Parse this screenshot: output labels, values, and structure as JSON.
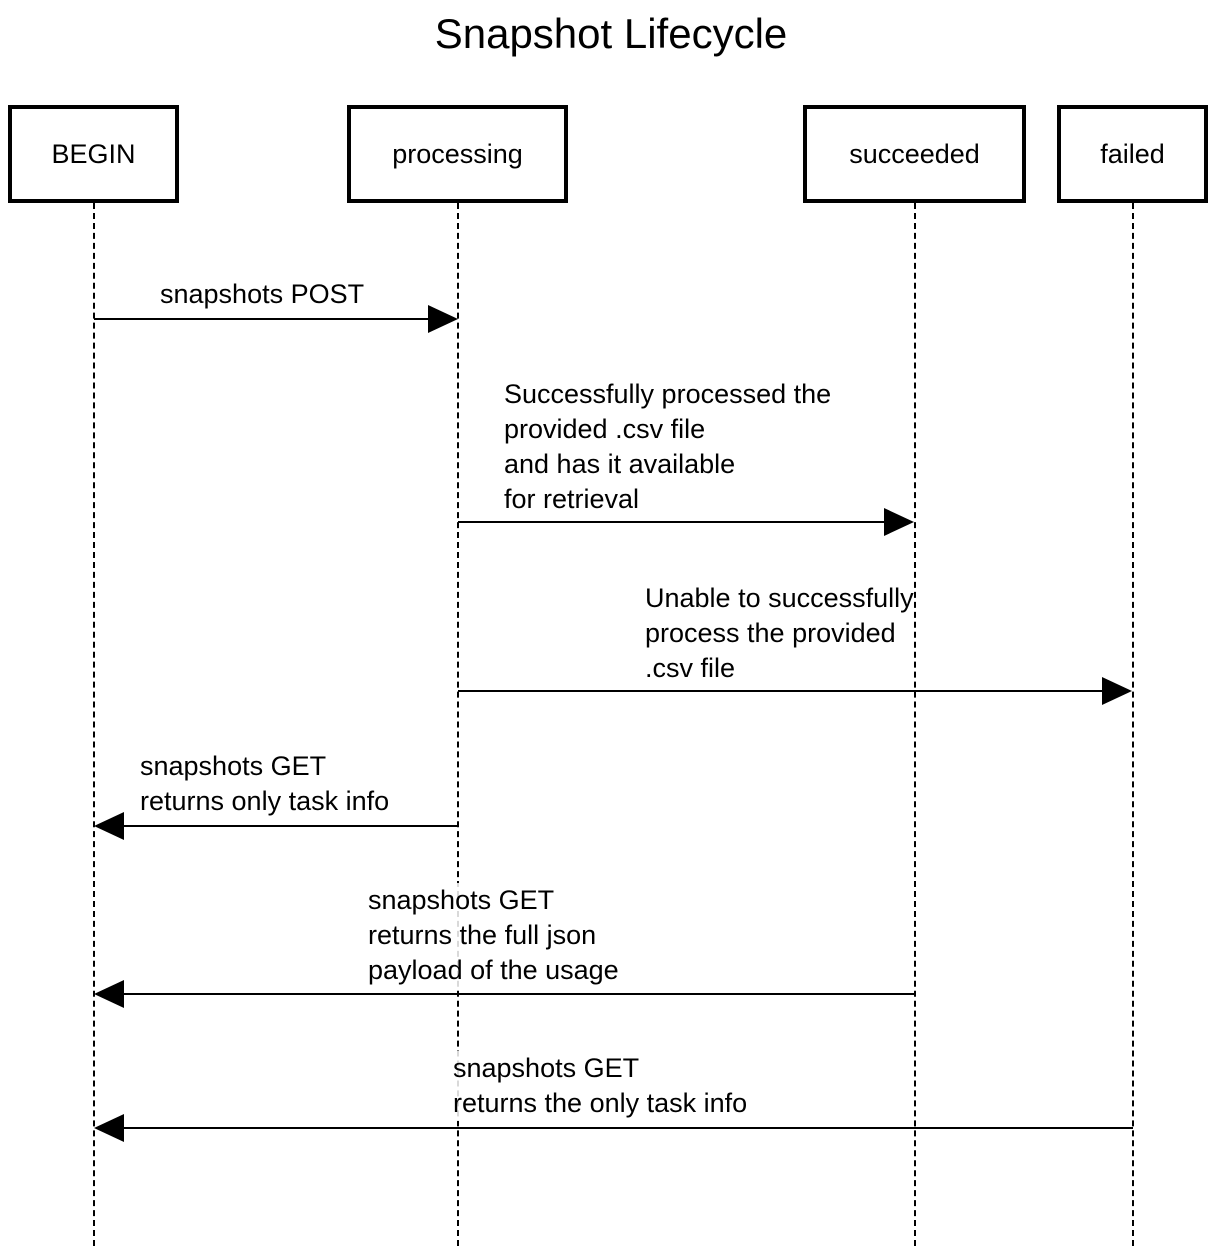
{
  "title": "Snapshot Lifecycle",
  "actors": {
    "begin": "BEGIN",
    "processing": "processing",
    "succeeded": "succeeded",
    "failed": "failed"
  },
  "messages": [
    {
      "from": "BEGIN",
      "to": "processing",
      "label": "snapshots POST"
    },
    {
      "from": "processing",
      "to": "succeeded",
      "label": "Successfully processed the\nprovided .csv file\nand has it available\nfor retrieval"
    },
    {
      "from": "processing",
      "to": "failed",
      "label": "Unable to successfully\nprocess the provided\n.csv file"
    },
    {
      "from": "processing",
      "to": "BEGIN",
      "label": "snapshots GET\nreturns only task info"
    },
    {
      "from": "succeeded",
      "to": "BEGIN",
      "label": "snapshots GET\nreturns the full json\npayload of the usage"
    },
    {
      "from": "failed",
      "to": "BEGIN",
      "label": "snapshots GET\nreturns the only task info"
    }
  ]
}
